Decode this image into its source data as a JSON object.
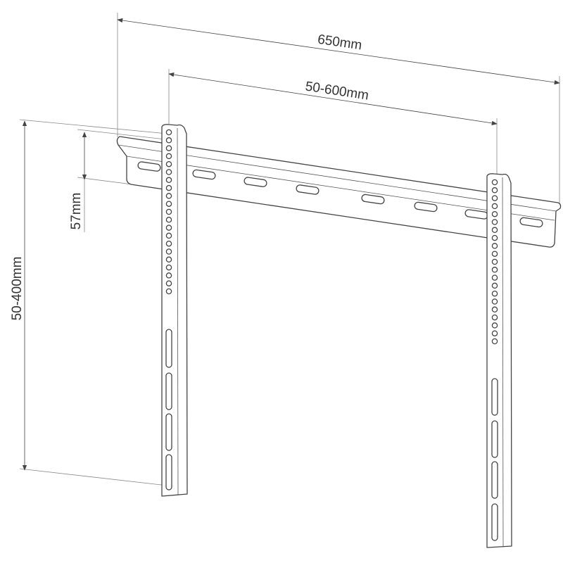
{
  "diagram": {
    "title": "TV wall mount bracket dimensions",
    "dimensions": {
      "overall_width": "650mm",
      "vesa_horizontal": "50-600mm",
      "vesa_vertical": "50-400mm",
      "rail_height": "57mm"
    }
  }
}
